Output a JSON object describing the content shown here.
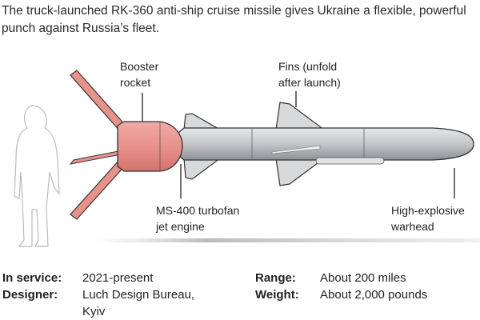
{
  "intro": "The truck-launched RK-360 anti-ship cruise missile gives Ukraine a flexible, powerful punch against Russia’s fleet.",
  "labels": {
    "booster": [
      "Booster",
      "rocket"
    ],
    "fins": [
      "Fins (unfold",
      "after launch)"
    ],
    "engine": [
      "MS-400 turbofan",
      "jet engine"
    ],
    "warhead": [
      "High-explosive",
      "warhead"
    ]
  },
  "facts": {
    "in_service": {
      "key": "In service:",
      "value": "2021-present"
    },
    "designer": {
      "key": "Designer:",
      "value": "Luch Design Bureau,",
      "value2": "Kyiv"
    },
    "range": {
      "key": "Range:",
      "value": "About 200 miles"
    },
    "weight": {
      "key": "Weight:",
      "value": "About 2,000 pounds"
    }
  },
  "colors": {
    "booster": "#e8928c",
    "body": "#c8c9cb",
    "outline": "#333333"
  }
}
